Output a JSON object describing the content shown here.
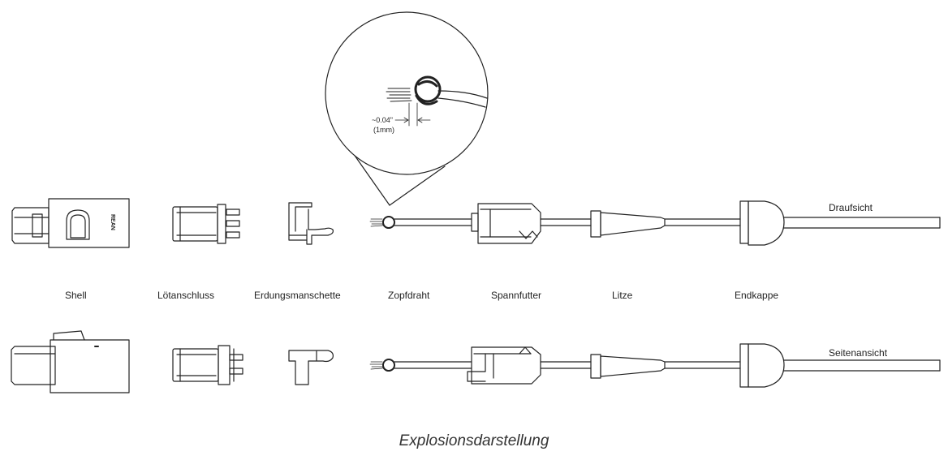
{
  "components": [
    {
      "key": "shell",
      "label": "Shell"
    },
    {
      "key": "solder",
      "label": "Lötanschluss"
    },
    {
      "key": "ground",
      "label": "Erdungsmanschette"
    },
    {
      "key": "braid",
      "label": "Zopfdraht"
    },
    {
      "key": "collet",
      "label": "Spannfutter"
    },
    {
      "key": "litz",
      "label": "Litze"
    },
    {
      "key": "endcap",
      "label": "Endkappe"
    }
  ],
  "views": {
    "top": "Draufsicht",
    "side": "Seitenansicht"
  },
  "detail": {
    "measure": "~0.04\"",
    "measure_mm": "(1mm)",
    "shell_mark": "REAN"
  },
  "caption": "Explosionsdarstellung"
}
